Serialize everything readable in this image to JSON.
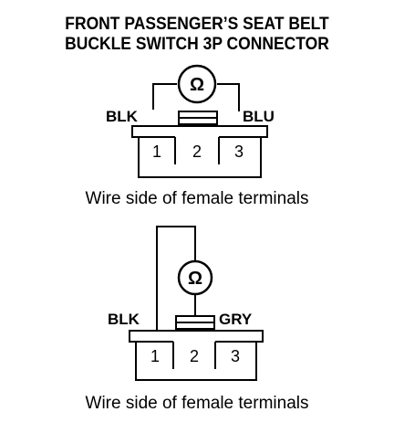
{
  "title": {
    "line1": "FRONT PASSENGER’S SEAT BELT",
    "line2": "BUCKLE SWITCH 3P CONNECTOR"
  },
  "ohmmeter_symbol": "Ω",
  "diagrams": [
    {
      "left_wire": "BLK",
      "right_wire": "BLU",
      "pins": [
        "1",
        "2",
        "3"
      ],
      "caption": "Wire side of female terminals"
    },
    {
      "left_wire": "BLK",
      "right_wire": "GRY",
      "pins": [
        "1",
        "2",
        "3"
      ],
      "caption": "Wire side of female terminals"
    }
  ]
}
